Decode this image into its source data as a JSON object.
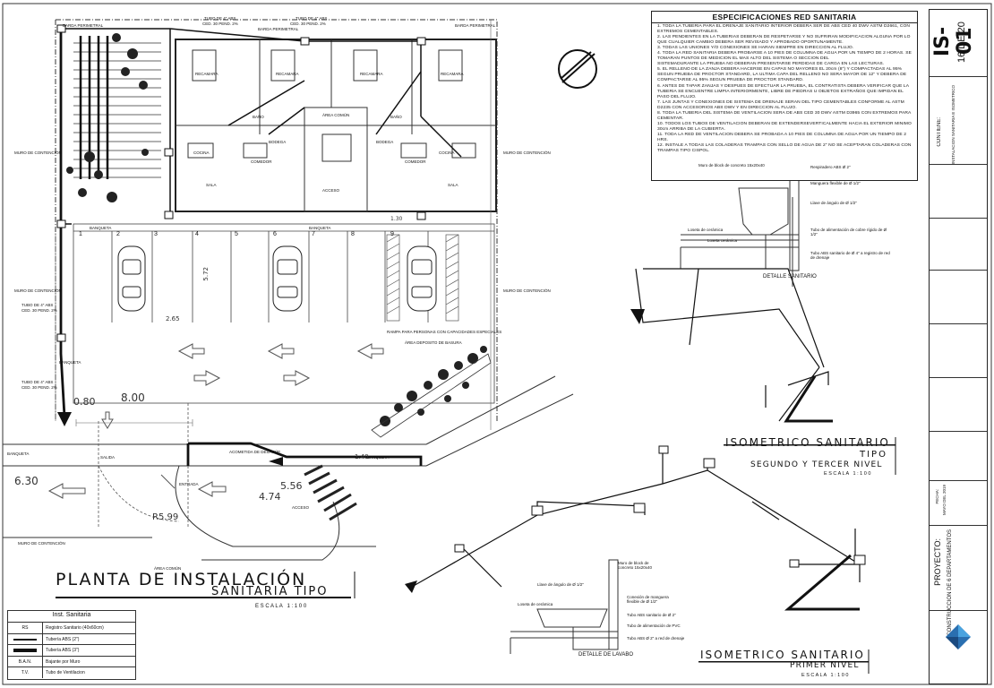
{
  "specs": {
    "title": "ESPECIFICACIONES RED SANITARIA",
    "items": [
      "1.  TODA LA TUBERIA PARA EL DRENAJE SANITARIO INTERIOR DEBERA SER DE ABS CED 40 DWV ASTM D2661, CON EXTREMOS CEMENTABLES.",
      "2.  LAS PENDIENTES EN LA TUBERIAS DEBERAN DE RESPETARSE Y NO SUFRIRAN MODIFICACION ALGUNA POR LO QUE CUALQUIER CAMBIO DEBERA SER REVISADO Y APROBADO OPORTUNAMENTE.",
      "3.  TODAS LAS UNIONES Y/O CONEXIONES SE HARAN SIEMPRE EN DIRECCION AL FLUJO.",
      "4.  TODA LA RED SANITARIA DEBERA PROBARSE A 10 PIES DE COLUMNA DE AGUA POR UN TIEMPO DE 2 HORAS. SE TOMARAN PUNTOS DE MEDICION EL MAS ALTO DEL SISTEMA O SECCION DEL",
      "SISTEMADURANTE LA PRUEBA NO DEBERAN PRESENTARSE PERDIDAS DE CARGA EN LAS LECTURAS.",
      "5.  EL RELLENO DE LA ZANJA DEBERA HACERSE EN CAPAS NO MAYORES EL 20cm (8\") Y COMPACTADAS AL 95% SEGUN PRUEBA DE PROCTOR STANDARD, LA ULTIMA CAPA DEL RELLENO NO SERA MAYOR DE 12\" Y DEBERA DE COMPACTARSE AL 95% SEGUN PRUEBA DE PROCTOR STANDARD.",
      "6.  ANTES DE TAPAR ZANJAS Y DESPUES DE EFECTUAR LA PRUEBA, EL CONTRATISTA DEBERA VERIFICAR QUE LA TUBERIA SE ENCUENTRE LIMPIA INTERIORMENTE, LIBRE DE PIEDRAS U OBJETOS EXTRAÑOS QUE IMPIDAN EL PASO DEL FLUJO.",
      "7.  LAS JUNTAS Y CONEXIONES DE SISTEMA DE DRENAJE SERAN DEL TIPO CEMENTABLES CONFORME AL ASTM D2235 CON ACCESORIOS ABS DWV Y EN DIRECCION AL FLUJO.",
      "8.  TODA LA TUBERIA DEL SISTEMA DE VENTILACION SERA DE ABS CED 30 DWV ASTM D3965 CON EXTREMOS PARA CEMENTAR.",
      "10. TODOS LOS TUBOS DE VENTILACION DEBERAN DE EXTENDERSEVERTICALMENTE HACIA EL EXTERIOR MINIMO 30cm ARRIBA DE LA CUBIERTA.",
      "11. TODA LA RED DE VENTILACION DEBERA SE PROBADA A 10 PIES DE COLUMNA DE AGUA POR UN TIEMPO DE 2 HRS.",
      "12. INSTALE A TODAS LAS COLADERAS TRAMPAS CON SELLO DE AGUA DE 2\" NO SE ACEPTARAN COLADERAS CON TRAMPAS TIPO CISPOL."
    ]
  },
  "titleblock": {
    "sheet_code": "IS-01",
    "sheet_number": "16 DE 20",
    "contiene_label": "CONTIENE:",
    "contiene_value": "INSTALACION SANITARIA E ISOMETRICO",
    "proyecto_label": "PROYECTO:",
    "proyecto_value": "CONSTRUCCIÓN DE 6 DEPARTAMENTOS",
    "fecha_label": "FECHA:",
    "fecha_value": "MAYO DEL 2019"
  },
  "titles": {
    "planta_main": "PLANTA DE INSTALACIÓN",
    "planta_sub": "SANITARIA TIPO",
    "planta_scale": "E S C A L A   1 : 1 0 0",
    "iso2_main": "ISOMETRICO SANITARIO",
    "iso2_sub1": "TIPO",
    "iso2_sub2": "SEGUNDO Y TERCER NIVEL",
    "iso2_scale": "E S C A L A   1 : 1 0 0",
    "iso1_main": "ISOMETRICO SANITARIO",
    "iso1_sub": "PRIMER NIVEL",
    "iso1_scale": "E S C A L A   1 : 1 0 0",
    "detalle_sanitario": "DETALLE SANITARIO",
    "detalle_lavabo": "DETALLE DE LAVABO"
  },
  "legend": {
    "title": "Inst. Sanitaria",
    "rows": [
      {
        "symbol": "RS",
        "text": "Registro Sanitario (40x60cm)"
      },
      {
        "symbol": "",
        "text": "Tubería ABS (2\")"
      },
      {
        "symbol": "",
        "text": "Tubería ABS (3\")"
      },
      {
        "symbol": "B.A.N.",
        "text": "Bajante por Muro"
      },
      {
        "symbol": "T.V.",
        "text": "Tubo de Ventilacion"
      }
    ]
  },
  "labels": {
    "barda": "BARDA PERIMETRAL",
    "muro": "MURO DE CONTENCIÓN",
    "tubo4": "TUBO DE 4\" ABS",
    "tubo4b": "CED. 30 PEND. 2%",
    "banqueta": "BANQUETA",
    "area_basura": "ÁREA DEPOSITO DE BASURA",
    "area_comun": "ÁREA COMÚN",
    "acceso": "ACCESO",
    "entrada": "ENTRADA",
    "salida": "SALIDA",
    "rampa": "RAMPA PARA PERSONAS CON CAPACIDADES ESPECIALES",
    "recamara": "RECAMARA",
    "cocina": "COCINA",
    "sala": "SALA",
    "bodega": "BODEGA",
    "bano": "BAÑO",
    "comedor": "COMEDOR",
    "acometida": "ACOMETIDA DE DESAGÜE",
    "detalle_s_items": [
      "Muro de block de concreto 15x20x40",
      "Respiradero ABS Ø 2\"",
      "Manguera flexible de Ø 1/2\"",
      "Llave de ángulo de Ø 1/2\"",
      "Tubo de alimentación de cobre rígido de Ø 1/2\"",
      "Tubo ABS sanitario de Ø 4\" a registro de red de drenaje",
      "Loseta de cerámica",
      "Loseta cerámica"
    ],
    "detalle_l_items": [
      "Muro de block de concreto 15x20x40",
      "Llave de ángulo de Ø 1/2\"",
      "Conexión de manguera flexible de Ø 1/2\"",
      "Tubo ABS sanitario de Ø 2\"",
      "Tubo de alimentación de PVC",
      "Tubo ABS Ø 2\" a red de drenaje",
      "Loseta de cerámica"
    ]
  },
  "dims": {
    "d_800": "8.00",
    "d_080": "0.80",
    "d_630": "6.30",
    "d_474": "4.74",
    "d_556": "5.56",
    "d_599": "R5.99",
    "d_265": "2.65",
    "d_572": "5.72",
    "d_140": "1.40",
    "d_130": "1.30"
  },
  "parking_numbers": [
    "1",
    "2",
    "3",
    "4",
    "5",
    "6",
    "7",
    "8",
    "9"
  ]
}
